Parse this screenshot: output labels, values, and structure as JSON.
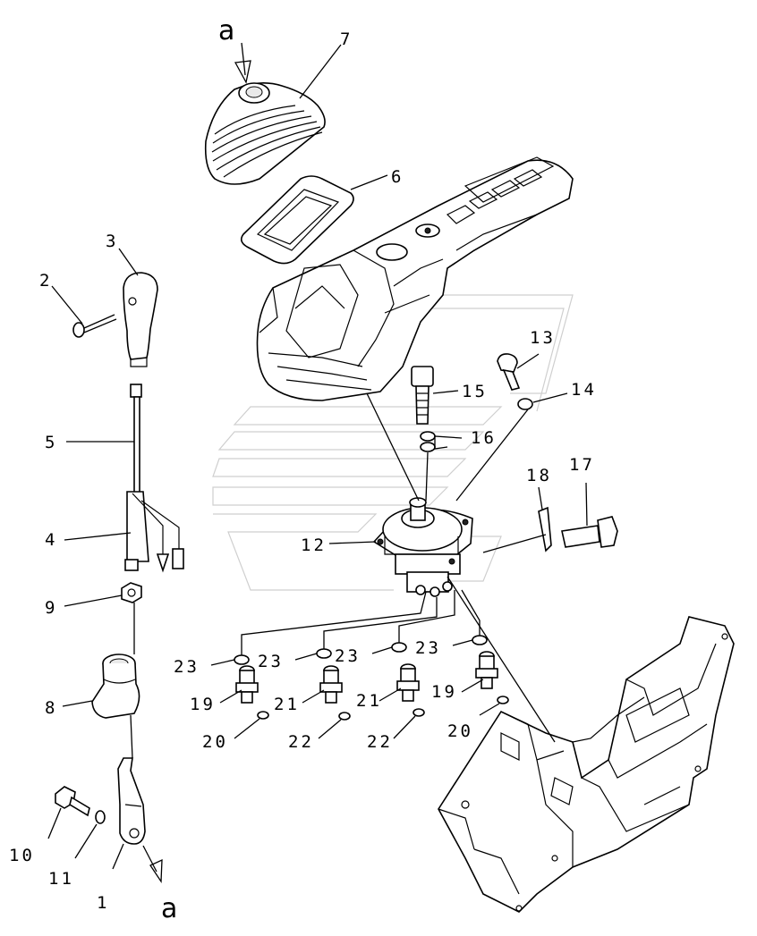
{
  "labels": {
    "a_top": "a",
    "a_bottom": "a",
    "p1": "1",
    "p2": "2",
    "p3": "3",
    "p4": "4",
    "p5": "5",
    "p6": "6",
    "p7": "7",
    "p8": "8",
    "p9": "9",
    "p10": "10",
    "p11": "11",
    "p12": "12",
    "p13": "13",
    "p14": "14",
    "p15": "15",
    "p16": "16",
    "p17": "17",
    "p18": "18",
    "p19a": "19",
    "p19b": "19",
    "p20a": "20",
    "p20b": "20",
    "p21a": "21",
    "p21b": "21",
    "p22a": "22",
    "p22b": "22",
    "p23a": "23",
    "p23b": "23",
    "p23c": "23",
    "p23d": "23"
  }
}
